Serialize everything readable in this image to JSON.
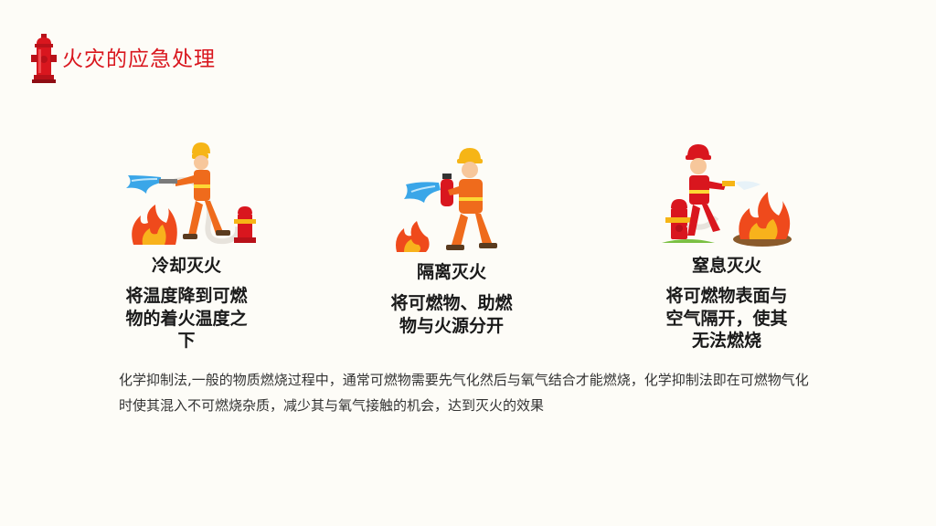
{
  "header": {
    "title": "火灾的应急处理",
    "logo_icon": "fire-hydrant-icon"
  },
  "methods": [
    {
      "title": "冷却灭火",
      "description": "将温度降到可燃物的着火温度之下",
      "illustration": "firefighter-spraying-hose-illustration"
    },
    {
      "title": "隔离灭火",
      "description": "将可燃物、助燃物与火源分开",
      "illustration": "firefighter-extinguisher-illustration"
    },
    {
      "title": "窒息灭火",
      "description": "将可燃物表面与空气隔开，使其无法燃烧",
      "illustration": "firefighter-hydrant-illustration"
    }
  ],
  "bottom_text": "化学抑制法,一般的物质燃烧过程中，通常可燃物需要先气化然后与氧气结合才能燃烧，化学抑制法即在可燃物气化时使其混入不可燃烧杂质，减少其与氧气接触的机会，达到灭火的效果",
  "colors": {
    "accent_red": "#d9161e",
    "background": "#fdfcf7",
    "text": "#1a1a1a",
    "firefighter_orange": "#ef6b1c",
    "helmet_yellow": "#f6b516"
  }
}
